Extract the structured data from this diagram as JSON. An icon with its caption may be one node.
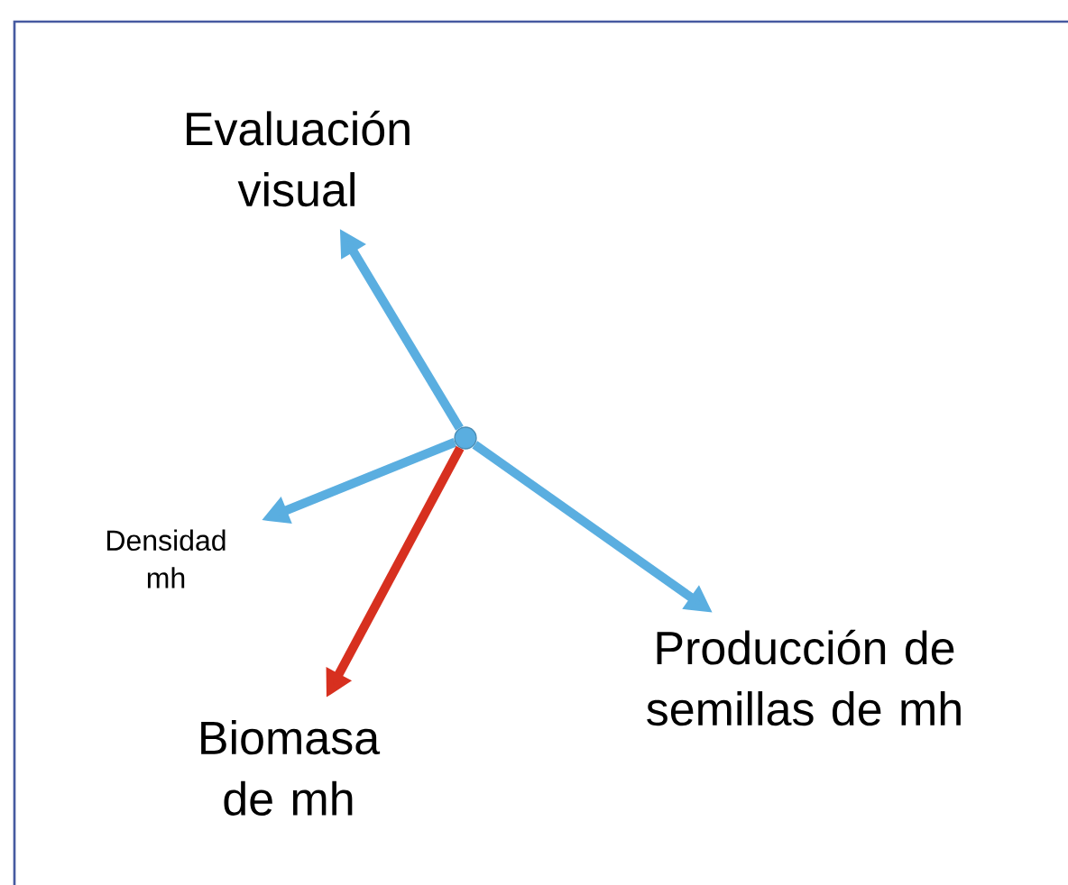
{
  "diagram": {
    "nodes": [
      {
        "text": [],
        "shape": "circle"
      },
      {
        "text": [
          "Evaluación visual"
        ]
      },
      {
        "text": [
          "Densidad mh"
        ]
      },
      {
        "text": [
          "Biomasa de mh"
        ]
      },
      {
        "text": [
          "Producción de semillas de mh"
        ]
      }
    ],
    "edges": [
      {
        "from": 0,
        "to": 1,
        "arrow": "to"
      },
      {
        "from": 0,
        "to": 2,
        "arrow": "to"
      },
      {
        "from": 0,
        "to": 3,
        "arrow": "to",
        "color": "#d7301f"
      },
      {
        "from": 0,
        "to": 4,
        "arrow": "to"
      }
    ]
  }
}
